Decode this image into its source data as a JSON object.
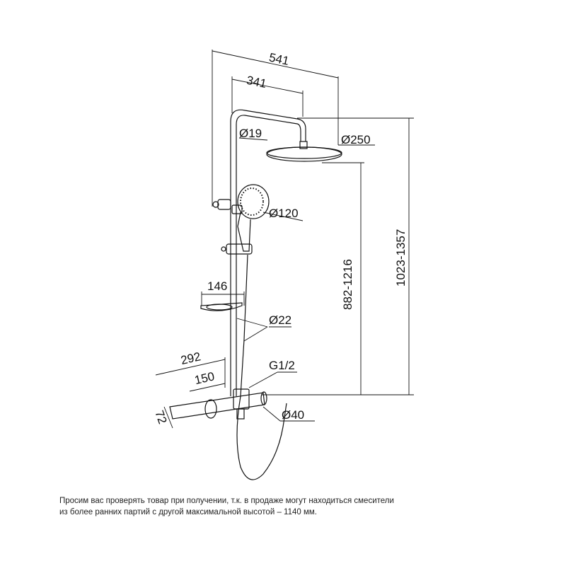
{
  "dimensions": {
    "overall_width": "541",
    "arm_length": "341",
    "pipe_diameter": "Ø19",
    "head_diameter": "Ø250",
    "hand_shower_diameter": "Ø120",
    "shelf_width": "146",
    "rail_diameter": "Ø22",
    "inlet_thread": "G1/2",
    "mixer_length": "292",
    "mixer_centers": "150",
    "mixer_depth": "72",
    "mixer_diameter": "Ø40",
    "head_height_range": "882-1216",
    "total_height_range": "1023-1357"
  },
  "note": {
    "line1": "Просим вас проверять товар при получении, т.к. в продаже могут находиться смесители",
    "line2": "из более ранних партий с другой максимальной высотой – 1140 мм."
  }
}
